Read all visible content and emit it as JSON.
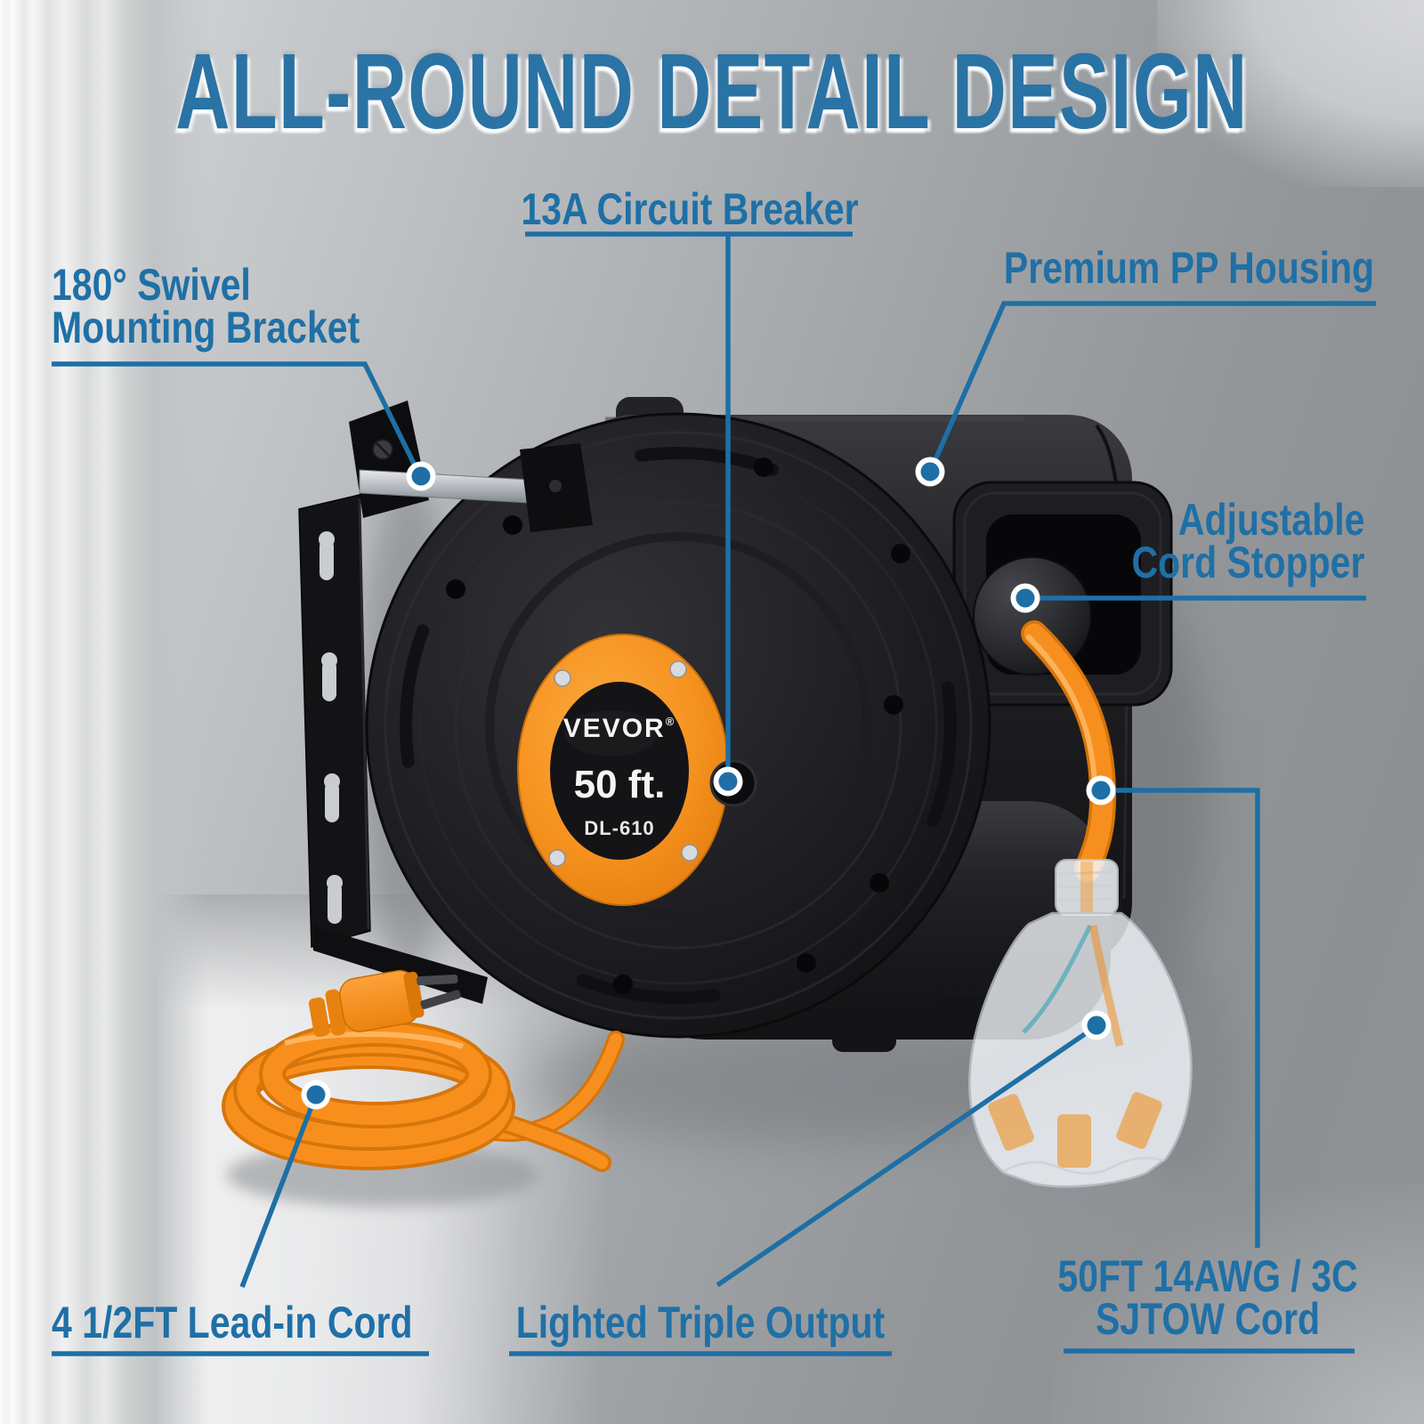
{
  "title": "ALL-ROUND DETAIL DESIGN",
  "callouts": {
    "circuit_breaker": {
      "text": "13A Circuit Breaker"
    },
    "swivel_bracket": {
      "line1": "180° Swivel",
      "line2": "Mounting Bracket"
    },
    "pp_housing": {
      "text": "Premium PP Housing"
    },
    "cord_stopper": {
      "line1": "Adjustable",
      "line2": "Cord Stopper"
    },
    "lead_in_cord": {
      "text": "4 1/2FT Lead-in Cord"
    },
    "triple_output": {
      "text": "Lighted Triple Output"
    },
    "sjtow_cord": {
      "line1": "50FT 14AWG / 3C",
      "line2": "SJTOW Cord"
    }
  },
  "product_label": {
    "brand": "VEVOR",
    "registered_mark": "®",
    "cord_length": "50 ft.",
    "model": "DL-610"
  },
  "colors": {
    "title_blue": "#2a73a5",
    "callout_blue": "#1f70a6",
    "leader_blue": "#1e6fa5",
    "cord_orange": "#f78f1e",
    "hub_orange": "#f59120",
    "housing_black": "#1a1a1d"
  }
}
